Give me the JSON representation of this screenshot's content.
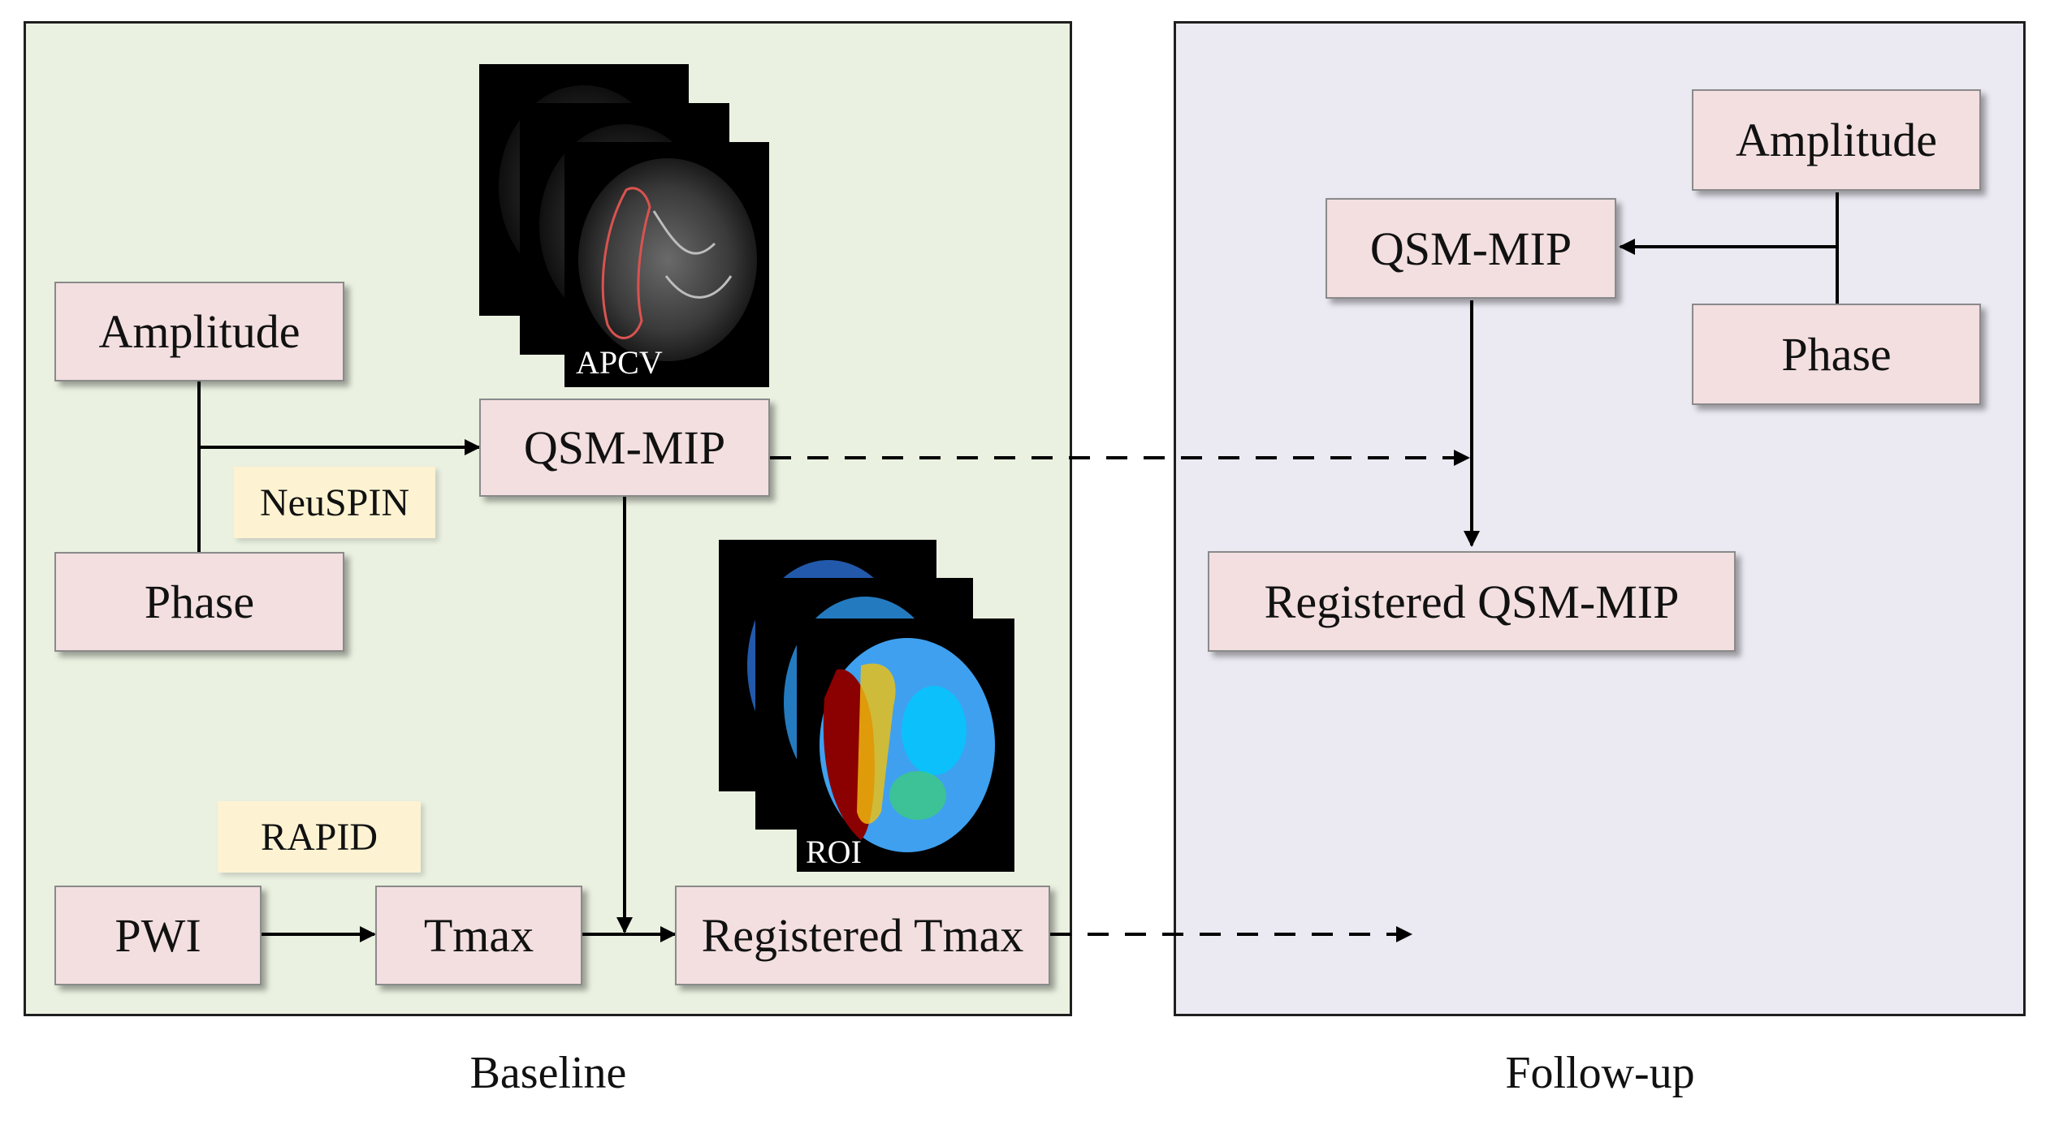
{
  "baseline": {
    "caption": "Baseline",
    "amplitude": "Amplitude",
    "phase": "Phase",
    "neuspin": "NeuSPIN",
    "qsm_mip": "QSM-MIP",
    "apcv_label": "APCV",
    "rapid": "RAPID",
    "pwi": "PWI",
    "tmax": "Tmax",
    "registered_tmax": "Registered Tmax",
    "roi_label": "ROI"
  },
  "followup": {
    "caption": "Follow-up",
    "amplitude": "Amplitude",
    "phase": "Phase",
    "qsm_mip": "QSM-MIP",
    "registered_qsm_mip": "Registered QSM-MIP"
  }
}
